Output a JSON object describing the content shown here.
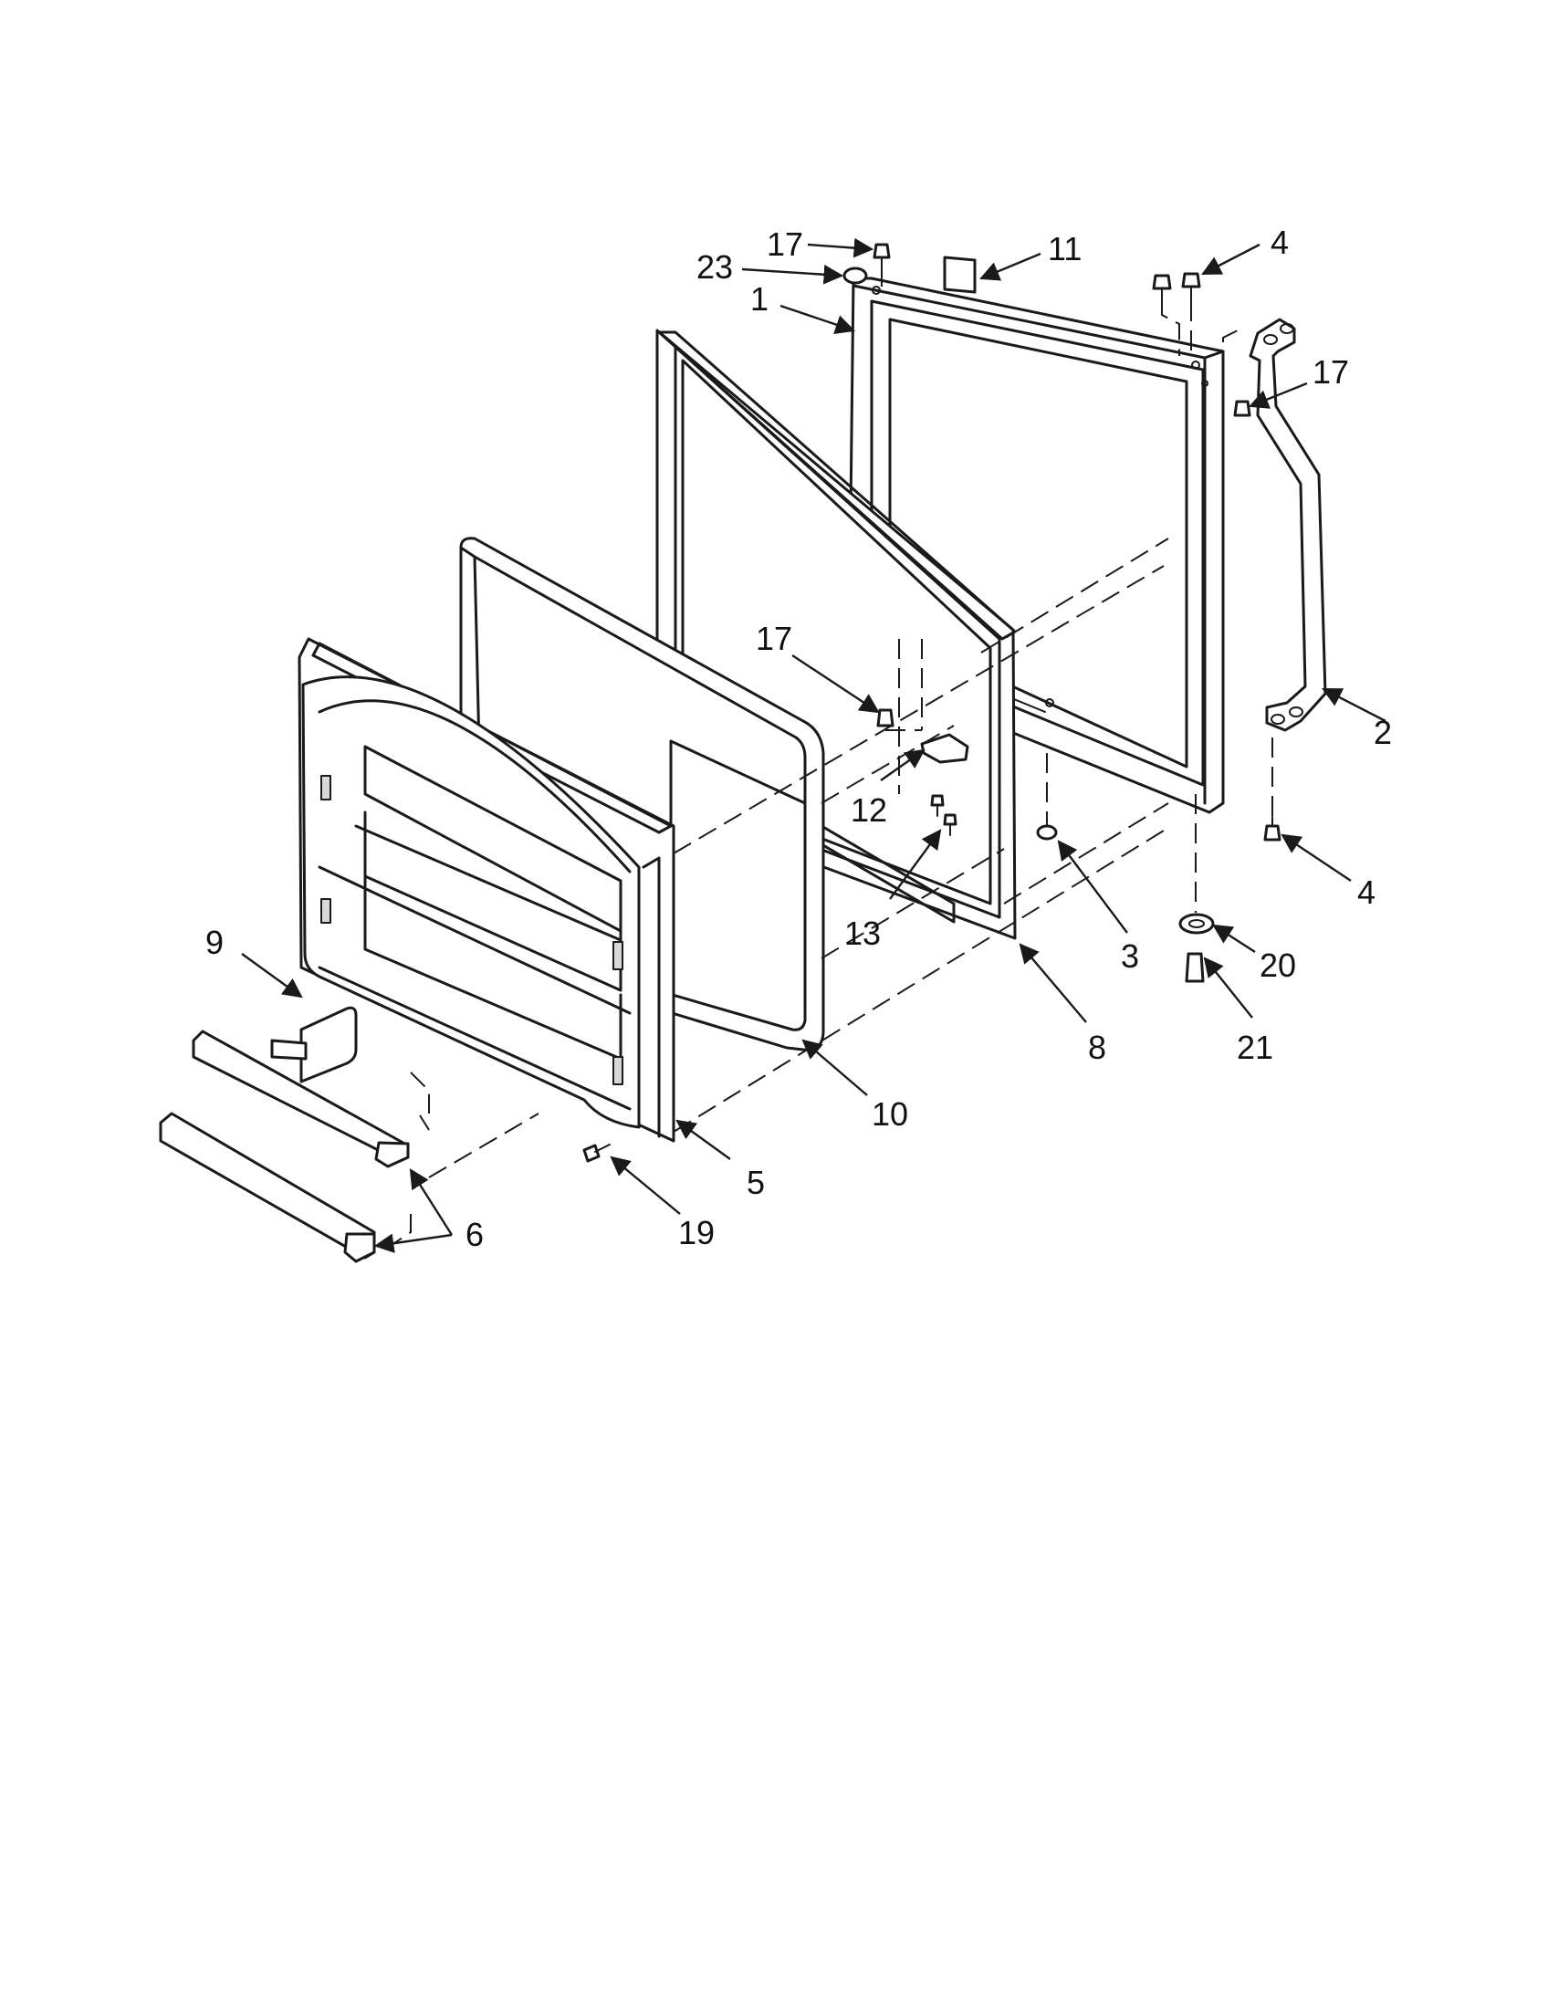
{
  "diagram": {
    "callouts": {
      "c17a": "17",
      "c23": "23",
      "c11": "11",
      "c4a": "4",
      "c1": "1",
      "c17b": "17",
      "c17c": "17",
      "c2": "2",
      "c12": "12",
      "c13": "13",
      "c3": "3",
      "c4b": "4",
      "c9": "9",
      "c20": "20",
      "c8": "8",
      "c21": "21",
      "c10": "10",
      "c5": "5",
      "c6": "6",
      "c19": "19"
    },
    "colors": {
      "ink": "#1a1a1a",
      "paper": "#ffffff",
      "shade": "#d9d9d9"
    }
  }
}
